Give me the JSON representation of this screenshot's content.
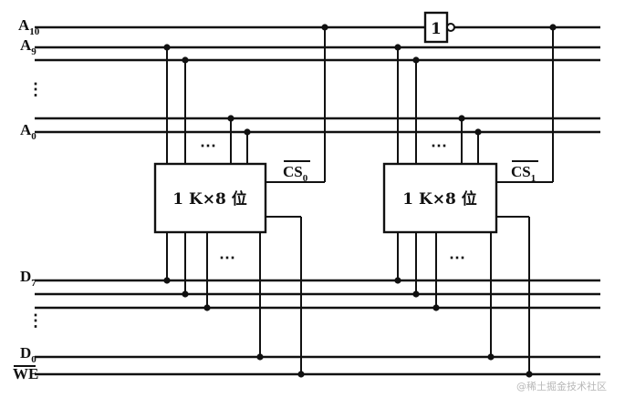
{
  "labels": {
    "a10": {
      "main": "A",
      "sub": "10"
    },
    "a9": {
      "main": "A",
      "sub": "9"
    },
    "a0": {
      "main": "A",
      "sub": "0"
    },
    "d7": {
      "main": "D",
      "sub": "7"
    },
    "d0": {
      "main": "D",
      "sub": "0"
    },
    "we": "WE",
    "cs0": {
      "main": "CS",
      "sub": "0"
    },
    "cs1": {
      "main": "CS",
      "sub": "1"
    }
  },
  "chips": [
    {
      "label": "1 K×8 位"
    },
    {
      "label": "1 K×8 位"
    }
  ],
  "inverter": {
    "label": "1"
  },
  "ellipsis": {
    "dots": "⋯",
    "vdots": "⋮"
  },
  "watermark": "@稀土掘金技术社区"
}
